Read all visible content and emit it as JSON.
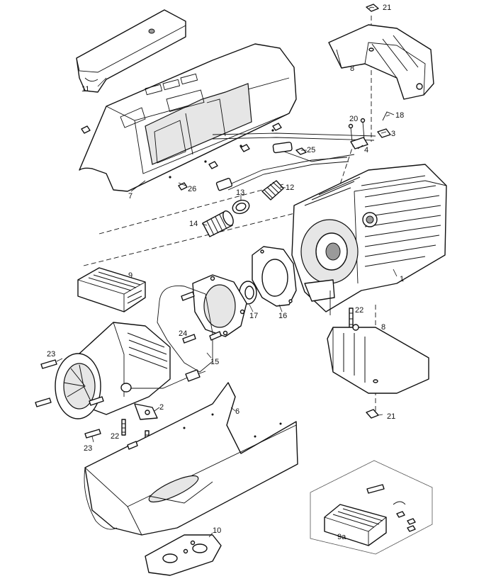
{
  "callouts": [
    {
      "id": "c21a",
      "label": "21"
    },
    {
      "id": "c8a",
      "label": "8"
    },
    {
      "id": "c11",
      "label": "11"
    },
    {
      "id": "c20",
      "label": "20"
    },
    {
      "id": "c18",
      "label": "18"
    },
    {
      "id": "c3",
      "label": "3"
    },
    {
      "id": "c4",
      "label": "4"
    },
    {
      "id": "c25",
      "label": "25"
    },
    {
      "id": "c7",
      "label": "7"
    },
    {
      "id": "c26",
      "label": "26"
    },
    {
      "id": "c13",
      "label": "13"
    },
    {
      "id": "c12",
      "label": "12"
    },
    {
      "id": "c14",
      "label": "14"
    },
    {
      "id": "c9",
      "label": "9"
    },
    {
      "id": "c1",
      "label": "1"
    },
    {
      "id": "c17",
      "label": "17"
    },
    {
      "id": "c16",
      "label": "16"
    },
    {
      "id": "c22a",
      "label": "22"
    },
    {
      "id": "c8b",
      "label": "8"
    },
    {
      "id": "c24",
      "label": "24"
    },
    {
      "id": "c15",
      "label": "15"
    },
    {
      "id": "c23a",
      "label": "23"
    },
    {
      "id": "c2",
      "label": "2"
    },
    {
      "id": "c6",
      "label": "6"
    },
    {
      "id": "c22b",
      "label": "22"
    },
    {
      "id": "c23b",
      "label": "23"
    },
    {
      "id": "c21b",
      "label": "21"
    },
    {
      "id": "c10",
      "label": "10"
    },
    {
      "id": "c9a",
      "label": "9a"
    }
  ]
}
